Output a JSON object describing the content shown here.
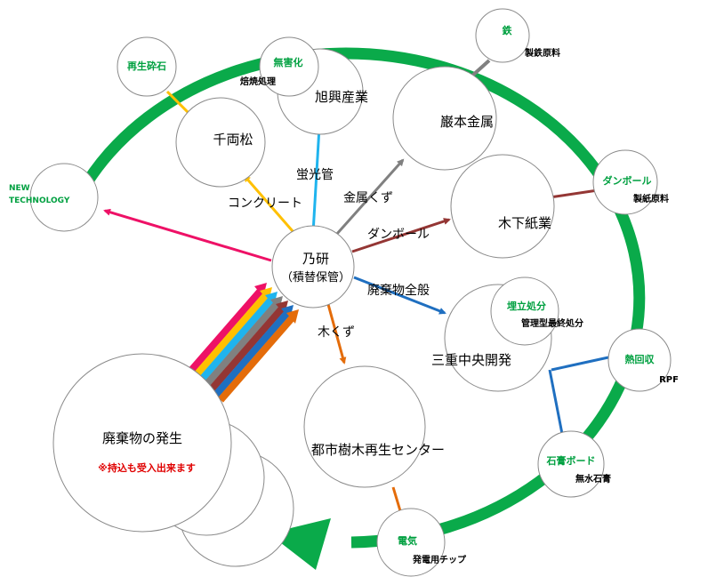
{
  "center": {
    "line1": "乃研",
    "line2": "（積替保管）"
  },
  "source": {
    "title": "廃棄物の発生",
    "note": "※持込も受入出来ます"
  },
  "facilities": {
    "senryomatsu": "千両松",
    "kyokoh": "旭興産業",
    "iwamoto": "巌本金属",
    "kinoshita": "木下紙業",
    "mie": "三重中央開発",
    "toshi": "都市樹木再生センター"
  },
  "flows": {
    "concrete": "コンクリート",
    "fluorescent": "蛍光管",
    "metal": "金属くず",
    "cardboard": "ダンボール",
    "general": "廃棄物全般",
    "wood": "木くず"
  },
  "outputs": {
    "new_tech": {
      "tag_line1": "NEW",
      "tag_line2": "TECHNOLOGY"
    },
    "recycled_stone": {
      "tag": "再生砕石"
    },
    "harmless": {
      "tag": "無害化",
      "sub": "焙焼処理"
    },
    "iron": {
      "tag": "鉄",
      "sub": "製鉄原料"
    },
    "cardboard_out": {
      "tag": "ダンボール",
      "sub": "製紙原料"
    },
    "landfill": {
      "tag": "埋立処分",
      "sub": "管理型最終処分"
    },
    "heat": {
      "tag": "熱回収",
      "sub": "RPF"
    },
    "gypsum": {
      "tag": "石膏ボード",
      "sub": "無水石膏"
    },
    "electric": {
      "tag": "電気",
      "sub": "発電用チップ"
    }
  },
  "colors": {
    "cycle": "#0aaa4a",
    "concrete": "#ffc000",
    "fluorescent": "#1fb4ee",
    "metal": "#808080",
    "cardboard": "#943634",
    "general": "#1f6fc0",
    "wood": "#e46c0a",
    "newtech": "#ee1166",
    "tag_green": "#00a040",
    "note_red": "#e00000"
  }
}
